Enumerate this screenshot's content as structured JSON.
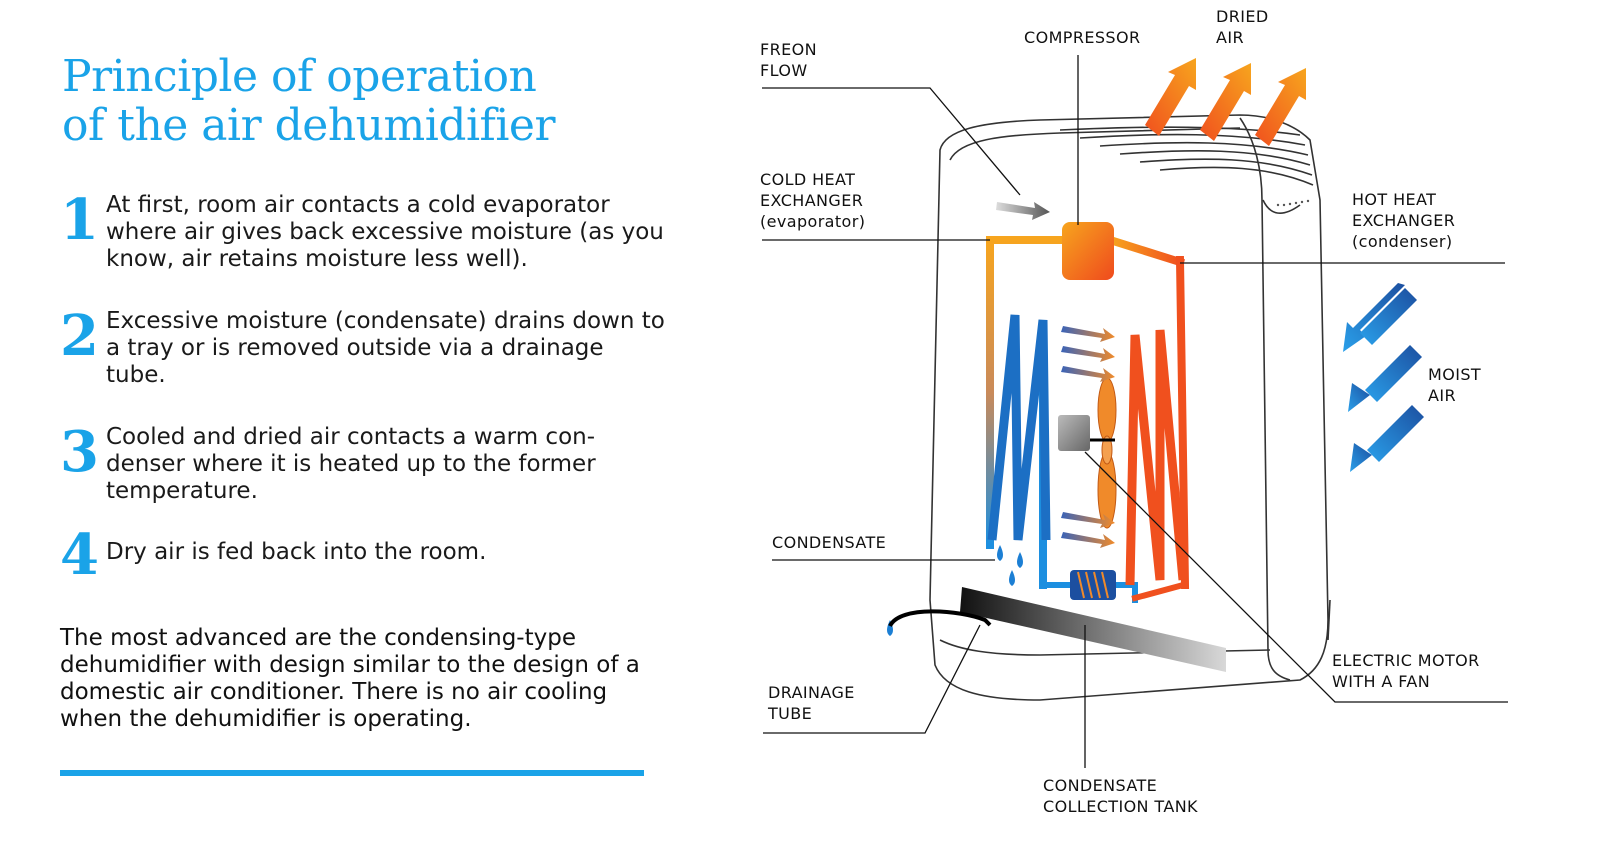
{
  "title": {
    "line1": "Principle of operation",
    "line2": "of the air dehumidifier"
  },
  "steps": [
    {
      "number": "1",
      "text": "At first, room air contacts a cold evaporator where air gives back excessive moisture (as you know, air retains moisture less well)."
    },
    {
      "number": "2",
      "text": "Excessive moisture (condensate) drains down to a tray or is removed outside via a drainage tube."
    },
    {
      "number": "3",
      "text": "Cooled and dried air contacts a warm con-denser where it is heated up to the former temperature."
    },
    {
      "number": "4",
      "text": "Dry air is fed back into the room."
    }
  ],
  "summary": "The most advanced are the condensing-type dehumidifier with design similar to the design of a domestic air conditioner. There is no air cooling when the dehumidifier is operating.",
  "diagram": {
    "labels": {
      "freon_flow": [
        "FREON",
        "FLOW"
      ],
      "compressor": [
        "COMPRESSOR"
      ],
      "dried_air": [
        "DRIED",
        "AIR"
      ],
      "cold_heat_exchanger": [
        "COLD HEAT",
        "EXCHANGER",
        "(evaporator)"
      ],
      "hot_heat_exchanger": [
        "HOT HEAT",
        "EXCHANGER",
        "(condenser)"
      ],
      "moist_air": [
        "MOIST",
        "AIR"
      ],
      "condensate": [
        "CONDENSATE"
      ],
      "drainage_tube": [
        "DRAINAGE",
        "TUBE"
      ],
      "electric_motor": [
        "ELECTRIC MOTOR",
        "WITH A FAN"
      ],
      "collection_tank": [
        "CONDENSATE",
        "COLLECTION TANK"
      ]
    }
  },
  "colors": {
    "accent": "#1aa3e8",
    "hot": "#f0501e",
    "warm": "#f7a51e",
    "cold": "#1c6fc4"
  }
}
